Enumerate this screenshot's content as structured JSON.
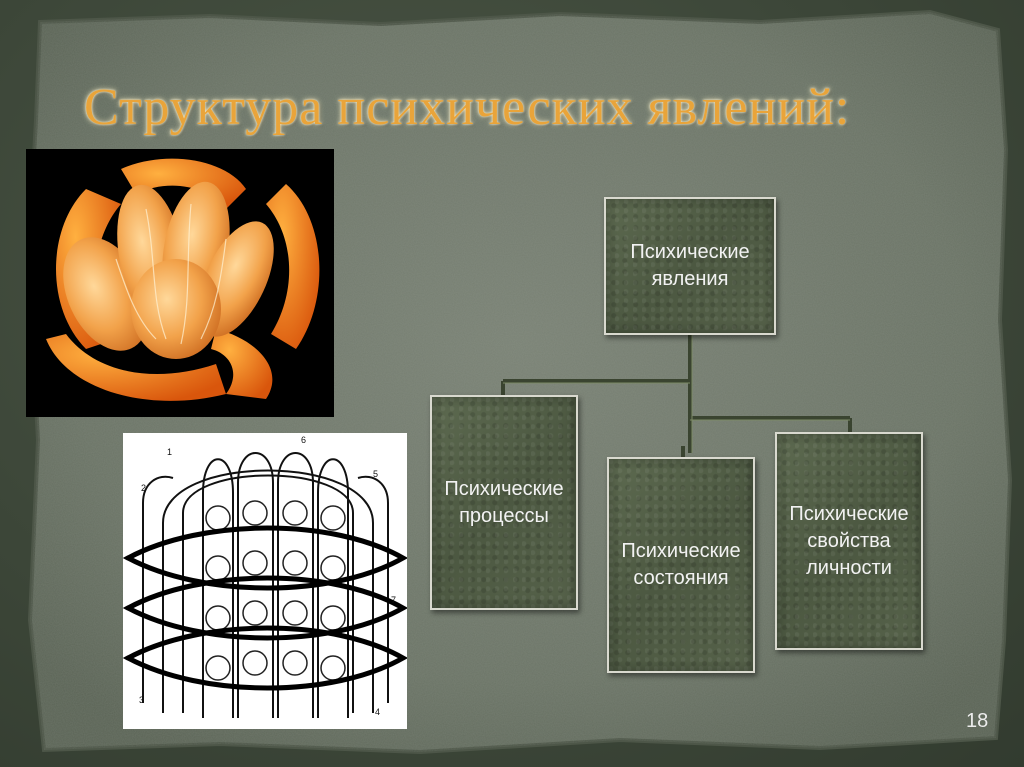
{
  "slide": {
    "title": "Структура психических явлений:",
    "page_number": "18"
  },
  "diagram": {
    "root": "Психические\nявления",
    "children": [
      "Психические\nпроцессы",
      "Психические\nсостояния",
      "Психические\nсвойства\nличности"
    ]
  },
  "colors": {
    "title": "#e9a43a",
    "paper": "#6d7668",
    "box_fill": "#4c5841",
    "box_border": "#d9d9cf",
    "connector": "#3a4430"
  },
  "images": {
    "orange": "peeled-orange-photo",
    "schematic": "psyche-structure-schematic-drawing"
  }
}
